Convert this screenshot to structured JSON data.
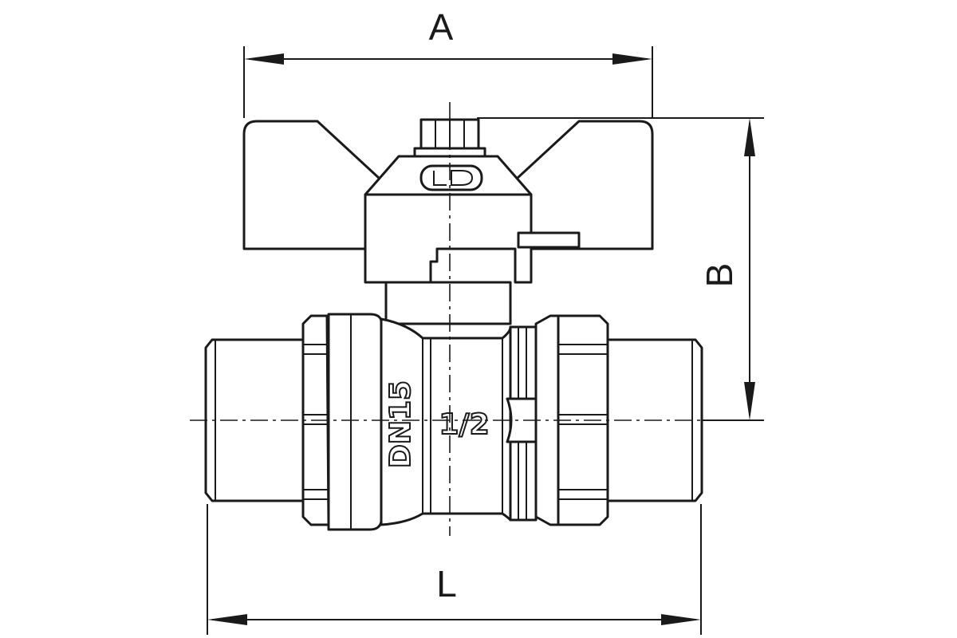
{
  "dimensions": {
    "width_label": "A",
    "height_label": "B",
    "length_label": "L"
  },
  "markings": {
    "nominal_diameter": "DN15",
    "thread_size": "1/2",
    "brand_logo": "LD"
  }
}
